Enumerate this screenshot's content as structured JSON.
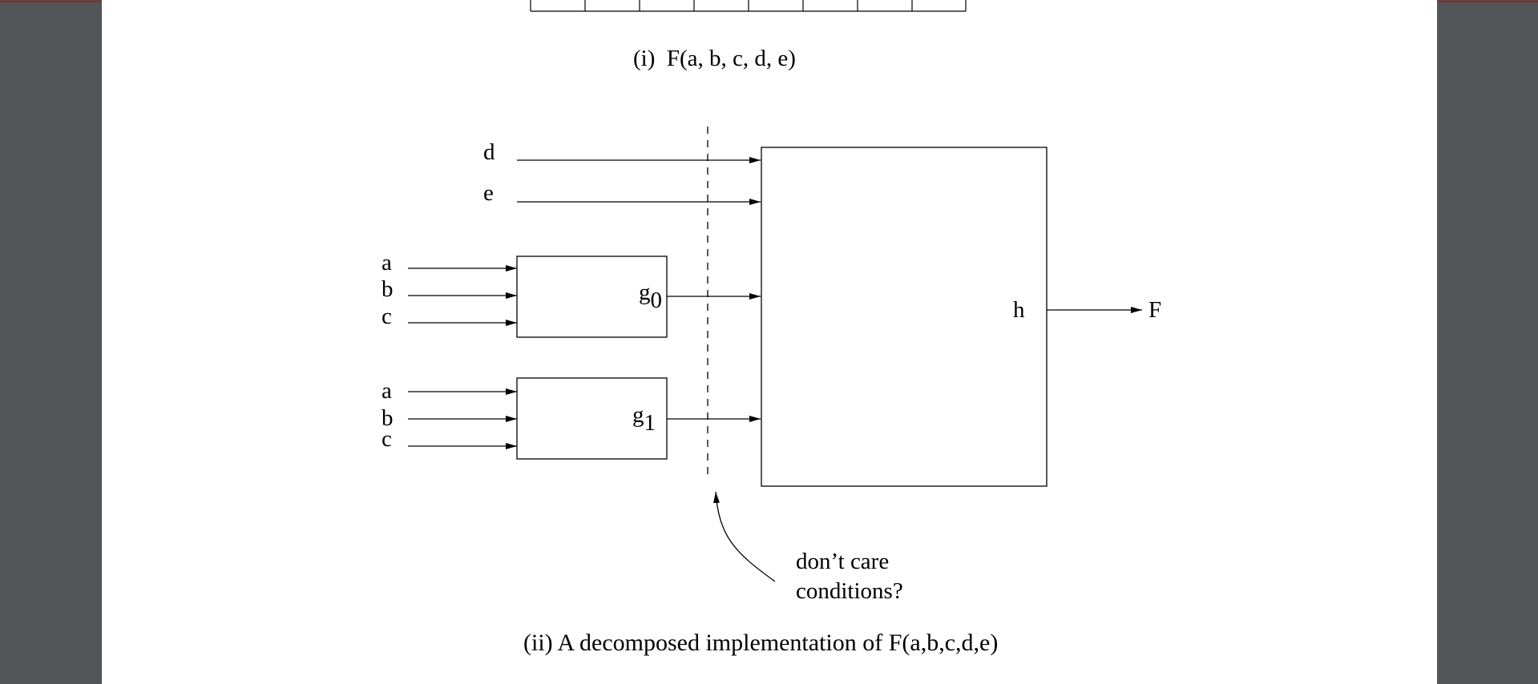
{
  "caption_i": "(i)  F(a, b, c, d, e)",
  "caption_ii": "(ii) A decomposed implementation of F(a,b,c,d,e)",
  "inputs": {
    "d": "d",
    "e": "e",
    "a": "a",
    "b": "b",
    "c": "c"
  },
  "blocks": {
    "g0_base": "g",
    "g0_sub": "0",
    "g1_base": "g",
    "g1_sub": "1",
    "h": "h"
  },
  "output": "F",
  "annotation": {
    "line1": "don’t care",
    "line2": "conditions?"
  }
}
